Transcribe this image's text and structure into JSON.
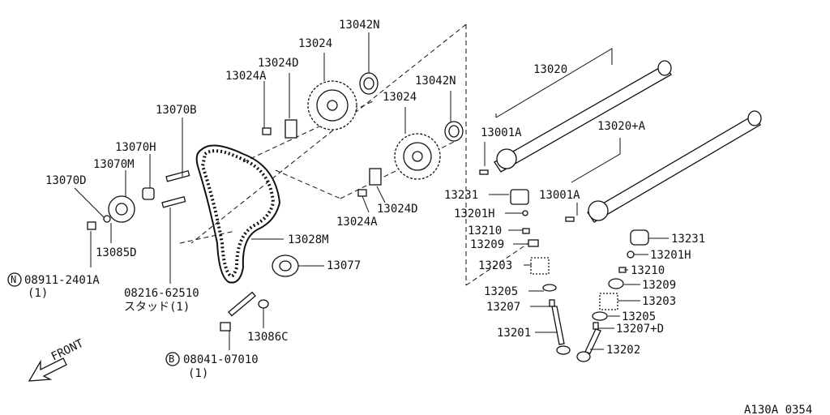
{
  "diagram_id": "A130A 0354",
  "direction_label": "FRONT",
  "parts": {
    "p13042N_a": "13042N",
    "p13024_a": "13024",
    "p13024D_a": "13024D",
    "p13024A_a": "13024A",
    "p13070B": "13070B",
    "p13070H": "13070H",
    "p13070M": "13070M",
    "p13070D": "13070D",
    "p13085D": "13085D",
    "p08911": "08911-2401A",
    "p08911_qty": "(1)",
    "p08216": "08216-62510",
    "p08216_note": "スタッド(1)",
    "p13028M": "13028M",
    "p13077": "13077",
    "p13086C": "13086C",
    "p08041": "08041-07010",
    "p08041_qty": "(1)",
    "p13042N_b": "13042N",
    "p13024_b": "13024",
    "p13024D_b": "13024D",
    "p13024A_b": "13024A",
    "p13020": "13020",
    "p13001A_a": "13001A",
    "p13020A": "13020+A",
    "p13001A_b": "13001A",
    "l13231": "13231",
    "l13201H": "13201H",
    "l13210": "13210",
    "l13209": "13209",
    "l13203": "13203",
    "l13205": "13205",
    "l13207": "13207",
    "l13201": "13201",
    "r13231": "13231",
    "r13201H": "13201H",
    "r13210": "13210",
    "r13209": "13209",
    "r13203": "13203",
    "r13205": "13205",
    "r13207D": "13207+D",
    "r13202": "13202"
  },
  "symbols": {
    "nut_marker": "N",
    "bolt_marker": "B"
  }
}
